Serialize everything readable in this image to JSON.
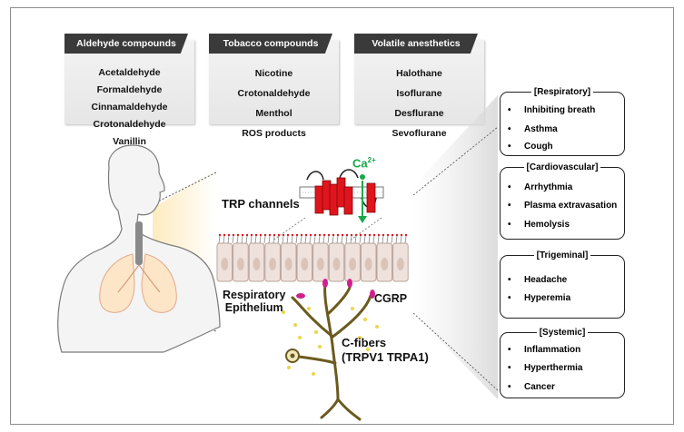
{
  "categories": [
    {
      "title": "Aldehyde compounds",
      "items": [
        "Acetaldehyde",
        "Formaldehyde",
        "Cinnamaldehyde",
        "Crotonaldehyde",
        "Vanillin"
      ]
    },
    {
      "title": "Tobacco compounds",
      "items": [
        "Nicotine",
        "Crotonaldehyde",
        "Menthol",
        "ROS products"
      ]
    },
    {
      "title": "Volatile anesthetics",
      "items": [
        "Halothane",
        "Isoflurane",
        "Desflurane",
        "Sevoflurane"
      ]
    }
  ],
  "labels": {
    "trp": "TRP channels",
    "ca_base": "Ca",
    "ca_sup": "2+",
    "epi_1": "Respiratory",
    "epi_2": "Epithelium",
    "cgrp": "CGRP",
    "cfib_1": "C-fibers",
    "cfib_2": "(TRPV1 TRPA1)"
  },
  "systems": [
    {
      "title": "[Respiratory]",
      "items": [
        "Inhibiting breath",
        "Asthma",
        "Cough"
      ]
    },
    {
      "title": "[Cardiovascular]",
      "items": [
        "Arrhythmia",
        "Plasma extravasation",
        "Hemolysis"
      ]
    },
    {
      "title": "[Trigeminal]",
      "items": [
        "Headache",
        "Hyperemia"
      ]
    },
    {
      "title": "[Systemic]",
      "items": [
        "Inflammation",
        "Hyperthermia",
        "Cancer"
      ]
    }
  ],
  "bullet": "•",
  "colors": {
    "card_header": "#3a3a3a",
    "channel": "#e0141c",
    "calcium": "#19a84a",
    "nerve": "#6b5a1e",
    "cgrp": "#d0208c",
    "granule": "#ecd64a",
    "cell_fill": "#efe2dc",
    "cell_stroke": "#b9a49a"
  }
}
